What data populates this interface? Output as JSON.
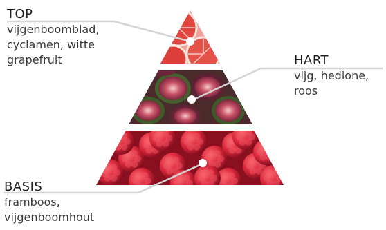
{
  "pyramid": {
    "top": {
      "heading": "TOP",
      "notes": [
        "vijgenboomblad,",
        "cyclamen, witte",
        "grapefruit"
      ]
    },
    "heart": {
      "heading": "HART",
      "notes": [
        "vijg, hedione,",
        "roos"
      ]
    },
    "base": {
      "heading": "BASIS",
      "notes": [
        "framboos,",
        "vijgenboomhout"
      ]
    }
  },
  "colors": {
    "text": "#2b2b2b",
    "leader_line": "#d4d4d4",
    "grapefruit": "#e8574f",
    "fig": "#7a2a3a",
    "raspberry": "#c41e2d"
  },
  "icons": {
    "top_tier": "grapefruit-slices-image",
    "heart_tier": "fig-halves-image",
    "base_tier": "raspberries-image",
    "marker": "dot-marker"
  }
}
